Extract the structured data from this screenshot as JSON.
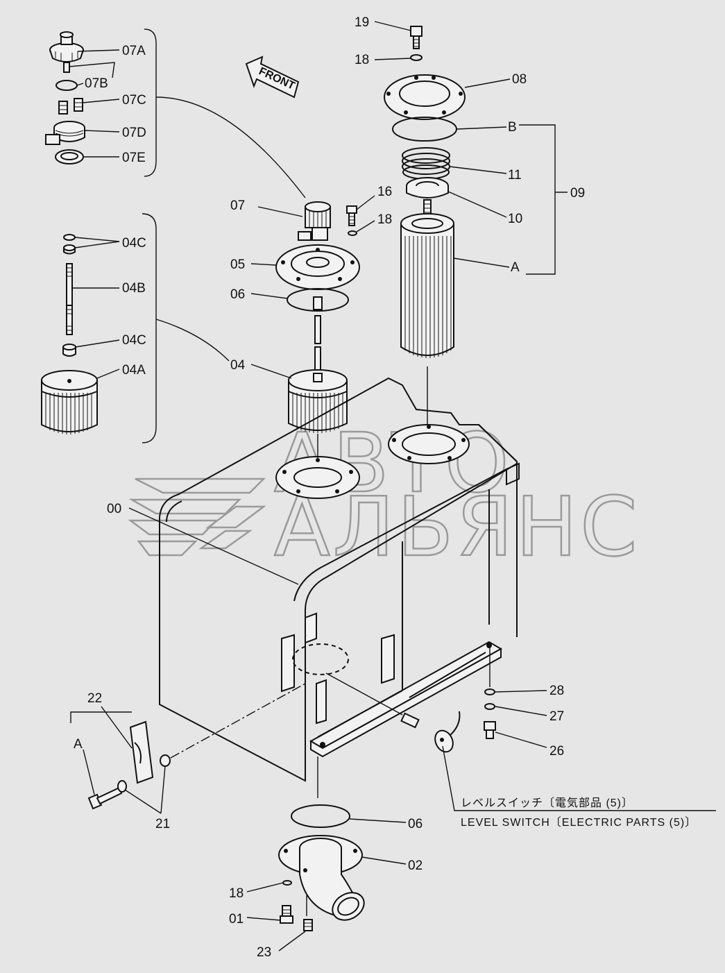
{
  "front_label": "FRONT",
  "parts": {
    "p07A": "07A",
    "p07B": "07B",
    "p07C": "07C",
    "p07D": "07D",
    "p07E": "07E",
    "p04C_top": "04C",
    "p04B": "04B",
    "p04C_bot": "04C",
    "p04A": "04A",
    "p07": "07",
    "p05": "05",
    "p06_top": "06",
    "p04": "04",
    "p00": "00",
    "p19": "19",
    "p18_top": "18",
    "p08": "08",
    "pB": "B",
    "p11": "11",
    "p10": "10",
    "pA_filter": "A",
    "p09": "09",
    "p16": "16",
    "p18_mid": "18",
    "p28": "28",
    "p27": "27",
    "p26": "26",
    "p22": "22",
    "pA_bracket": "A",
    "p21": "21",
    "p06_bot": "06",
    "p02": "02",
    "p18_bot": "18",
    "p01": "01",
    "p23": "23"
  },
  "level_switch": {
    "jp": "レベルスイッチ〔電気部品 (5)〕",
    "en": "LEVEL SWITCH〔ELECTRIC PARTS (5)〕"
  },
  "watermark": {
    "line1": "АВТО",
    "line2": "АЛЬЯНС"
  }
}
